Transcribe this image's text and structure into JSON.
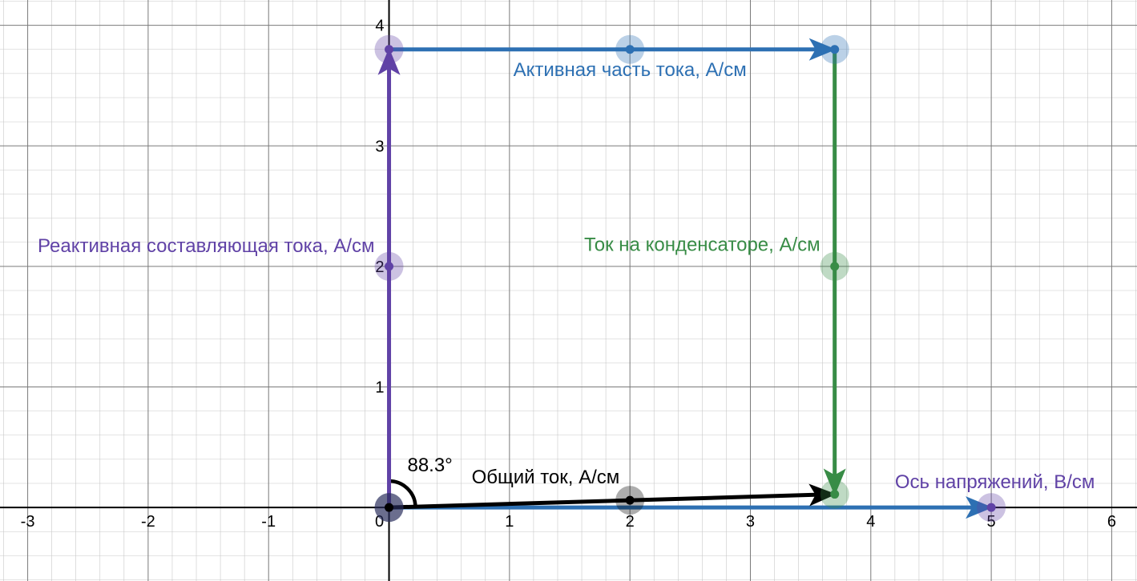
{
  "chart_data": {
    "type": "scatter",
    "xlim": [
      -3.23,
      6.21
    ],
    "ylim": [
      -0.61,
      4.21
    ],
    "grid": true,
    "minor_grid_step": 0.2,
    "major_grid_step": 1,
    "x_ticks": [
      -3,
      -2,
      -1,
      0,
      1,
      2,
      3,
      4,
      5,
      6
    ],
    "x_tick_labels": [
      "-3",
      "-2",
      "-1",
      "0",
      "1",
      "2",
      "3",
      "4",
      "5",
      "6"
    ],
    "y_ticks": [
      1,
      2,
      3,
      4
    ],
    "y_tick_labels": [
      "1",
      "2",
      "3",
      "4"
    ],
    "colors": {
      "blue": "#2d70b3",
      "purple": "#6042a6",
      "green": "#388c46",
      "black": "#000000",
      "minor_grid": "#c8c8c8",
      "major_grid": "#7a7a7a",
      "axis": "#000000"
    },
    "series": [
      {
        "name": "Ось напряжений, В/см",
        "color": "#2d70b3",
        "from": [
          0,
          0
        ],
        "to": [
          5,
          0
        ],
        "midpoint": [
          2.5,
          0
        ],
        "endpoint_color": "#6042a6"
      },
      {
        "name": "Реактивная составляющая тока, А/см",
        "color": "#6042a6",
        "from": [
          0,
          0
        ],
        "to": [
          0,
          3.8
        ],
        "midpoint": [
          0,
          2
        ]
      },
      {
        "name": "Активная часть тока, А/см",
        "color": "#2d70b3",
        "from": [
          0,
          3.8
        ],
        "to": [
          3.7,
          3.8
        ],
        "midpoint": [
          2,
          3.8
        ]
      },
      {
        "name": "Ток на конденсаторе, А/см",
        "color": "#388c46",
        "from": [
          3.7,
          3.8
        ],
        "to": [
          3.7,
          0.11
        ],
        "midpoint": [
          3.7,
          2
        ]
      },
      {
        "name": "Общий ток, А/см",
        "color": "#000000",
        "from": [
          0,
          0
        ],
        "to": [
          3.7,
          0.11
        ],
        "midpoint": [
          2,
          0.06
        ]
      }
    ],
    "labels": [
      {
        "text": "Активная часть тока, А/см",
        "at": [
          2,
          3.58
        ],
        "anchor": "middle",
        "color": "#2d70b3"
      },
      {
        "text": "Реактивная составляющая тока, А/см",
        "at": [
          -0.12,
          2.12
        ],
        "anchor": "end",
        "color": "#6042a6"
      },
      {
        "text": "Ток на конденсаторе, А/см",
        "at": [
          3.58,
          2.13
        ],
        "anchor": "end",
        "color": "#388c46"
      },
      {
        "text": "Общий ток, А/см",
        "at": [
          1.3,
          0.2
        ],
        "anchor": "middle",
        "color": "#000000"
      },
      {
        "text": "Ось напряжений, В/см",
        "at": [
          5.86,
          0.16
        ],
        "anchor": "end",
        "color": "#6042a6"
      }
    ],
    "angle": {
      "label": "88.3°",
      "degrees": 88.3,
      "color": "#000000",
      "label_at": [
        0.34,
        0.3
      ]
    }
  }
}
